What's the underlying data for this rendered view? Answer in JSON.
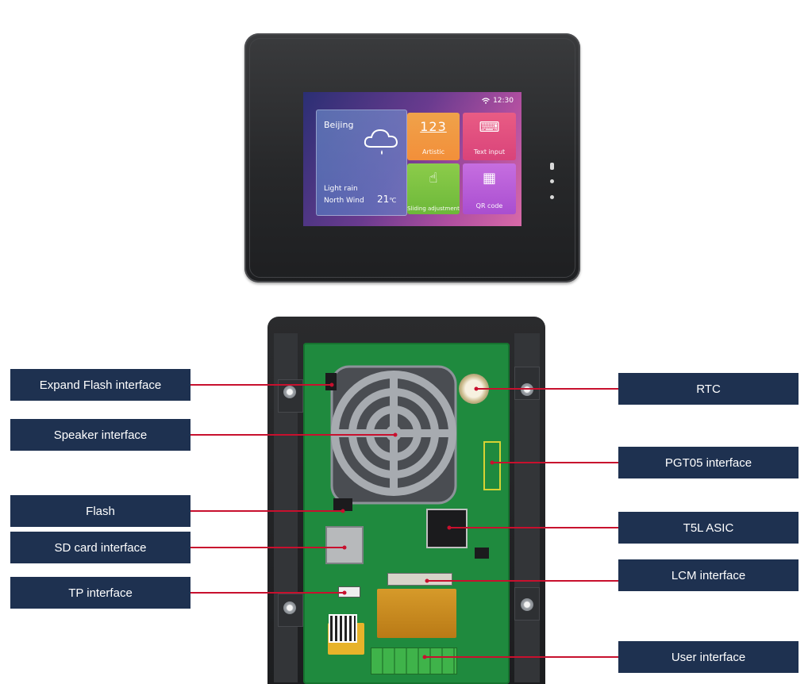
{
  "device_front": {
    "status_time": "12:30",
    "weather": {
      "city": "Beijing",
      "condition": "Light rain",
      "wind": "North Wind",
      "temperature": "21",
      "unit": "℃"
    },
    "tiles": [
      {
        "icon_text": "123",
        "label": "Artistic",
        "color": "#f0a24a"
      },
      {
        "icon_text": "⌨",
        "label": "Text input",
        "color": "#e95c84"
      },
      {
        "icon_text": "☝",
        "label": "Sliding adjustment",
        "color": "#8ccc4a"
      },
      {
        "icon_text": "▦",
        "label": "QR code",
        "color": "#c66ee0"
      }
    ]
  },
  "annotations": {
    "left": [
      {
        "label": "Expand Flash interface"
      },
      {
        "label": "Speaker interface"
      },
      {
        "label": "Flash"
      },
      {
        "label": "SD card interface"
      },
      {
        "label": "TP interface"
      }
    ],
    "right": [
      {
        "label": "RTC"
      },
      {
        "label": "PGT05 interface"
      },
      {
        "label": "T5L ASIC"
      },
      {
        "label": "LCM interface"
      },
      {
        "label": "User interface"
      }
    ]
  },
  "colors": {
    "label_bg": "#1e3150",
    "label_text": "#ffffff",
    "leader_line": "#c8102e",
    "pcb": "#1f8a3e"
  }
}
